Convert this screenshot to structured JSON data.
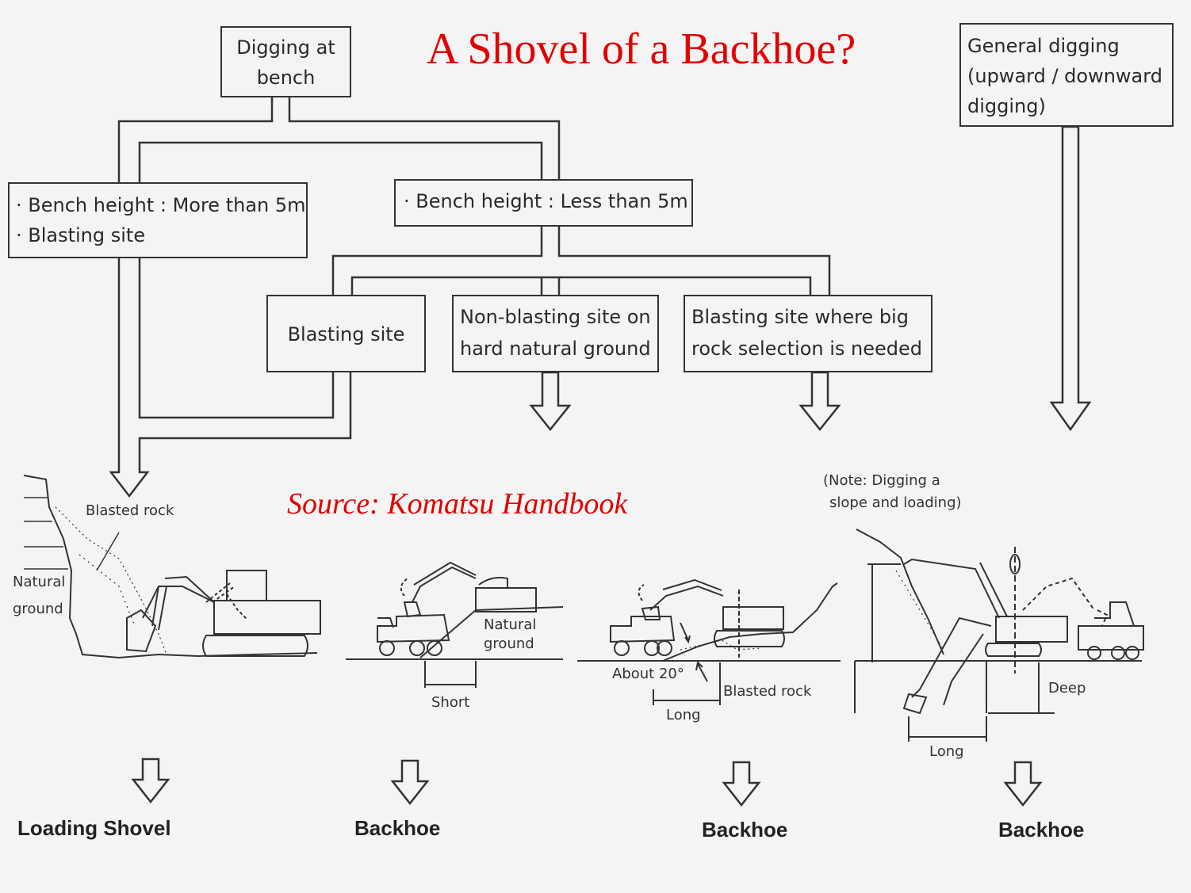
{
  "title": "A Shovel of a Backhoe?",
  "source": "Source: Komatsu Handbook",
  "boxes": {
    "digging_at_bench": [
      "Digging at",
      "bench"
    ],
    "general_digging": [
      "General digging",
      "(upward / downward",
      "digging)"
    ],
    "bench_more": [
      "· Bench height : More than 5m",
      "· Blasting site"
    ],
    "bench_less": [
      "· Bench height : Less than 5m"
    ],
    "blasting_site": [
      "Blasting site"
    ],
    "non_blasting": [
      "Non-blasting site on",
      "hard natural ground"
    ],
    "big_rock": [
      "Blasting site where big",
      "rock selection is needed"
    ]
  },
  "illustrations": {
    "shovel": {
      "blasted_rock": "Blasted rock",
      "natural_ground_1": "Natural",
      "natural_ground_2": "ground"
    },
    "backhoe_short": {
      "natural_ground_1": "Natural",
      "natural_ground_2": "ground",
      "short": "Short"
    },
    "backhoe_long": {
      "about": "About 20°",
      "blasted_rock": "Blasted rock",
      "long": "Long"
    },
    "backhoe_deep": {
      "note_1": "(Note: Digging a",
      "note_2": "slope and loading)",
      "deep": "Deep",
      "long": "Long"
    }
  },
  "results": [
    "Loading Shovel",
    "Backhoe",
    "Backhoe",
    "Backhoe"
  ]
}
